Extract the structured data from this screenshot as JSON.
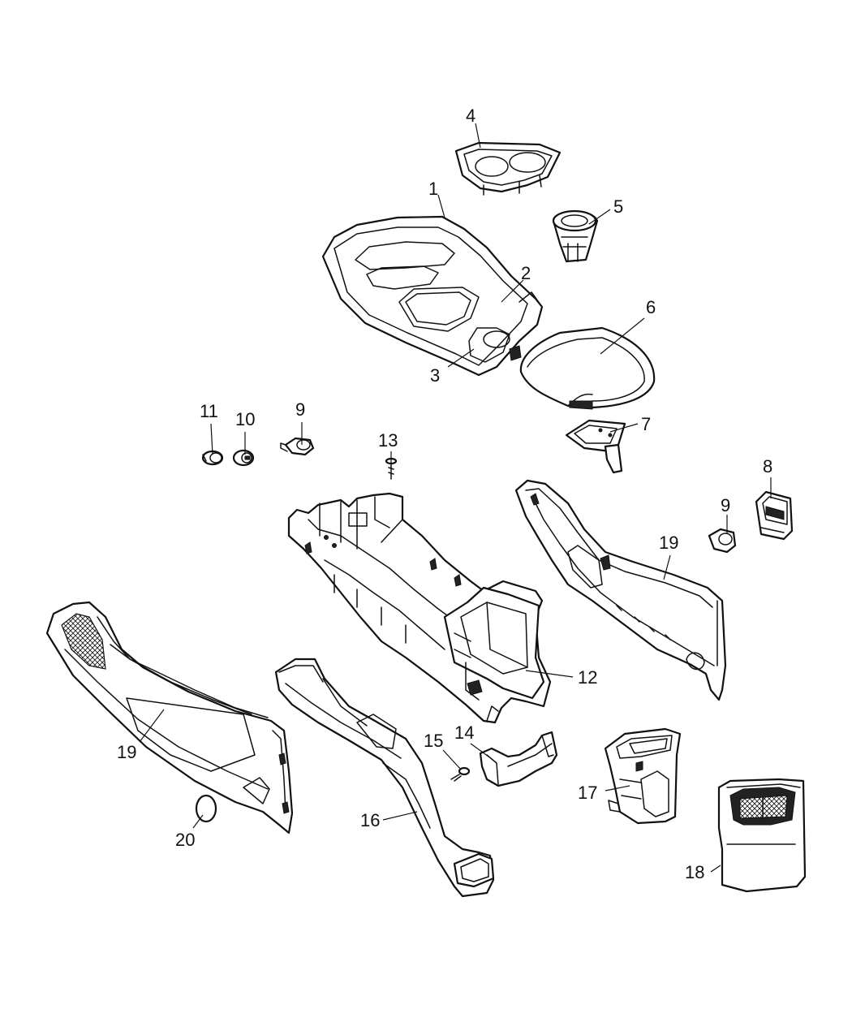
{
  "callouts": {
    "c1": "1",
    "c2": "2",
    "c3": "3",
    "c4": "4",
    "c5": "5",
    "c6": "6",
    "c7": "7",
    "c8": "8",
    "c9a": "9",
    "c9b": "9",
    "c10": "10",
    "c11": "11",
    "c12": "12",
    "c13": "13",
    "c14": "14",
    "c15": "15",
    "c16": "16",
    "c17": "17",
    "c18": "18",
    "c19a": "19",
    "c19b": "19",
    "c20": "20"
  },
  "colors": {
    "line": "#111111",
    "background": "#ffffff"
  }
}
